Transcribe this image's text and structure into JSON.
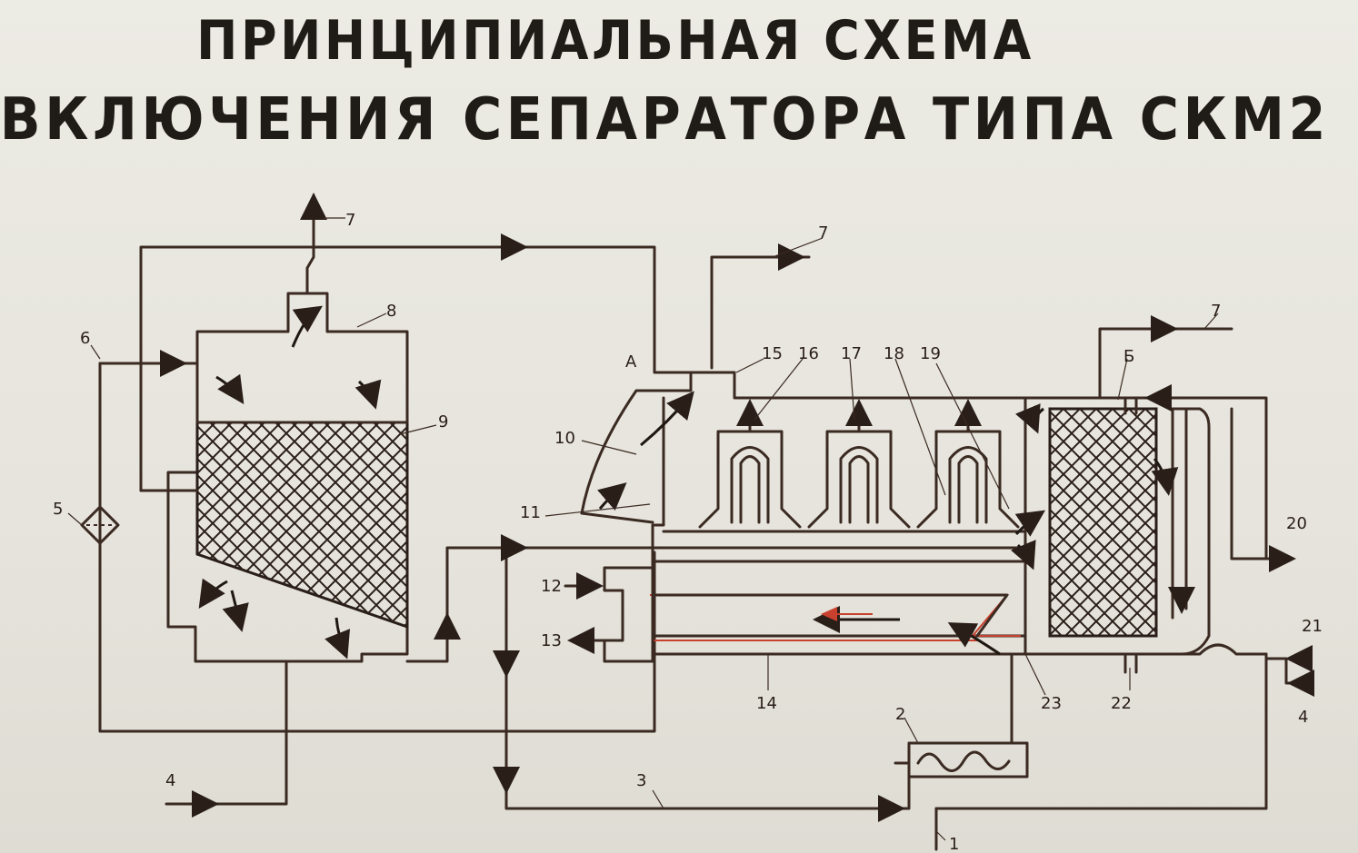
{
  "title": {
    "line1": "Принципиальная схема",
    "line2": "включения сепаратора типа СКМ2"
  },
  "labels": {
    "n1": "1",
    "n2": "2",
    "n3": "3",
    "n4a": "4",
    "n4b": "4",
    "n5": "5",
    "n6": "6",
    "n7a": "7",
    "n7b": "7",
    "n7c": "7",
    "n8": "8",
    "n9": "9",
    "n10": "10",
    "n11": "11",
    "n12": "12",
    "n13": "13",
    "n14": "14",
    "n15": "15",
    "n16": "16",
    "n17": "17",
    "n18": "18",
    "n19": "19",
    "n20": "20",
    "n21": "21",
    "n22": "22",
    "n23": "23",
    "A": "А",
    "B": "Б"
  },
  "colors": {
    "ink": "#3a2a22",
    "heater_tube": "#c8402e",
    "paper": "#e7e5dd"
  }
}
